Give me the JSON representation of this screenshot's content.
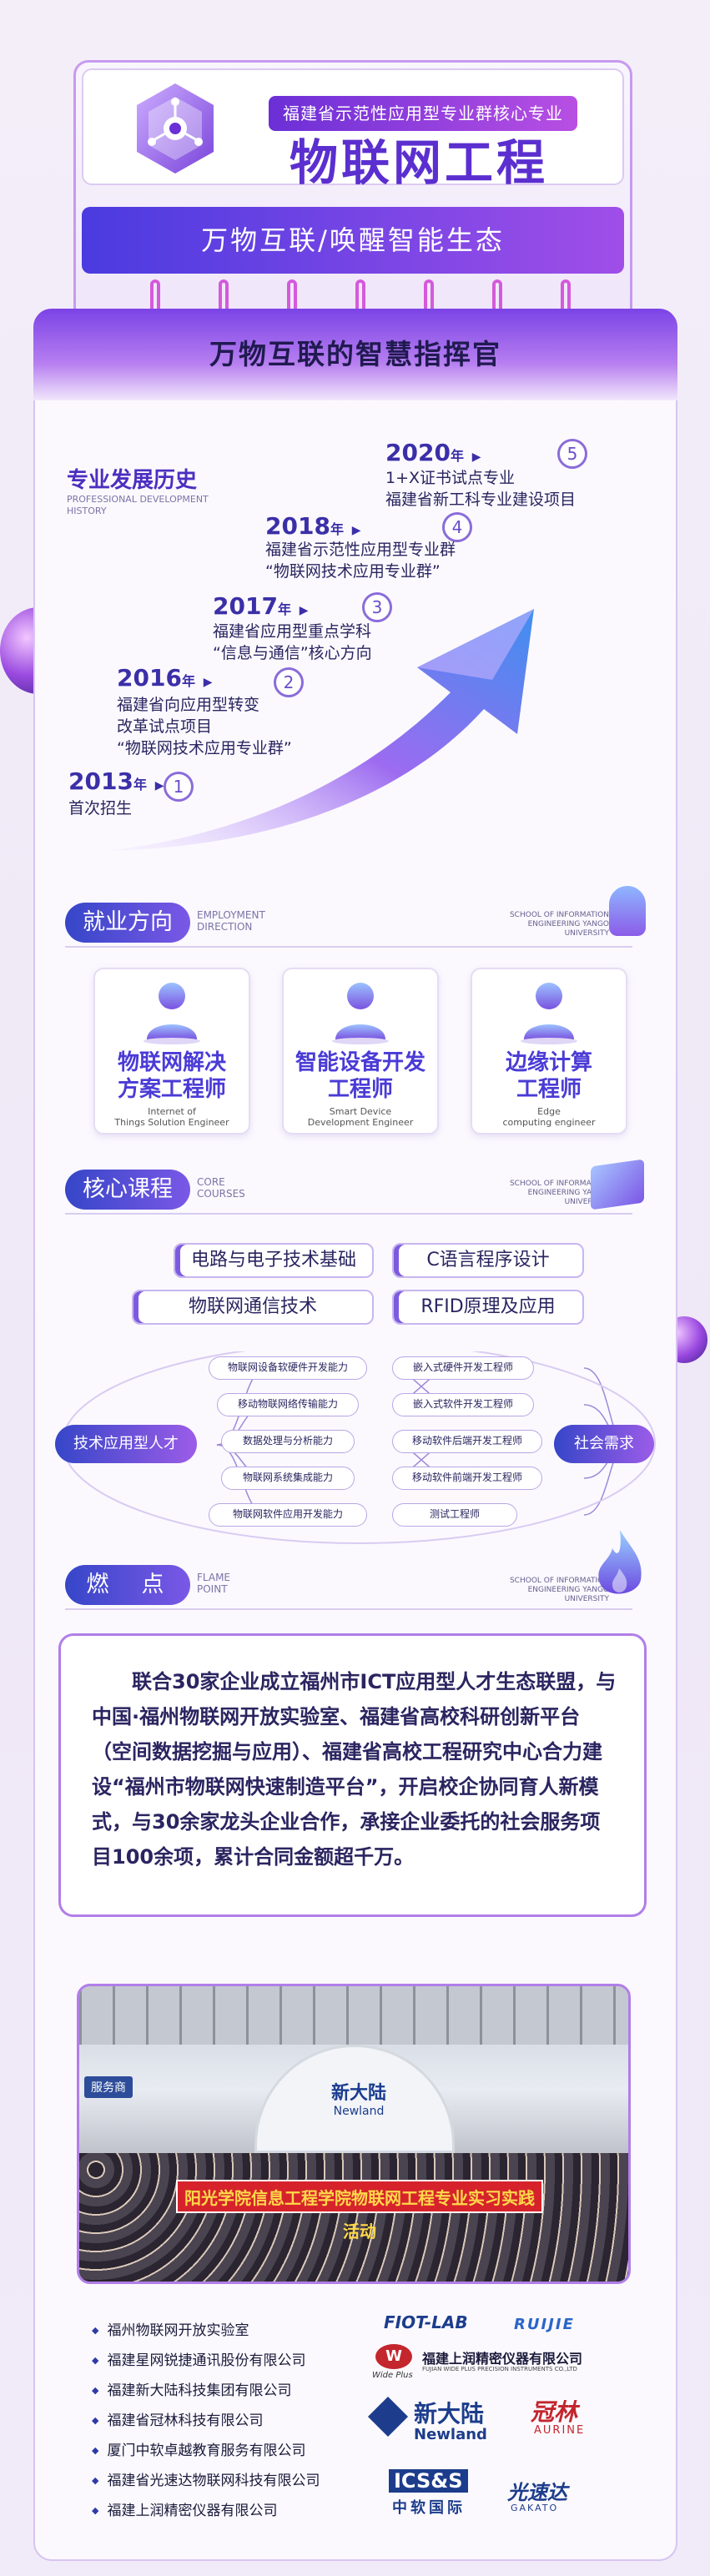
{
  "header": {
    "pill": "福建省示范性应用型专业群核心专业",
    "title": "物联网工程",
    "slogan": "万物互联/唤醒智能生态"
  },
  "main_title": "万物互联的智慧指挥官",
  "history": {
    "title": "专业发展历史",
    "title_en": "PROFESSIONAL DEVELOPMENT HISTORY",
    "milestones": [
      {
        "num": "1",
        "year": "2013",
        "suffix": "年",
        "desc": "首次招生"
      },
      {
        "num": "2",
        "year": "2016",
        "suffix": "年",
        "desc": "福建省向应用型转变\n改革试点项目\n“物联网技术应用专业群”"
      },
      {
        "num": "3",
        "year": "2017",
        "suffix": "年",
        "desc": "福建省应用型重点学科\n“信息与通信”核心方向"
      },
      {
        "num": "4",
        "year": "2018",
        "suffix": "年",
        "desc": "福建省示范性应用型专业群\n“物联网技术应用专业群”"
      },
      {
        "num": "5",
        "year": "2020",
        "suffix": "年",
        "desc": "1+X证书试点专业\n福建省新工科专业建设项目"
      }
    ]
  },
  "school_en": "SCHOOL OF INFORMATION ENGINEERING YANGO UNIVERSITY",
  "employment": {
    "title": "就业方向",
    "title_en": "EMPLOYMENT DIRECTION",
    "jobs": [
      {
        "title": "物联网解决\n方案工程师",
        "en": "Internet of\nThings Solution Engineer"
      },
      {
        "title": "智能设备开发\n工程师",
        "en": "Smart Device\nDevelopment Engineer"
      },
      {
        "title": "边缘计算\n工程师",
        "en": "Edge\ncomputing engineer"
      }
    ]
  },
  "courses": {
    "title": "核心课程",
    "title_en": "CORE COURSES",
    "items": [
      "电路与电子技术基础",
      "C语言程序设计",
      "物联网通信技术",
      "RFID原理及应用"
    ]
  },
  "diagram": {
    "left": "技术应用型人才",
    "right": "社会需求",
    "abilities": [
      "物联网设备软硬件开发能力",
      "移动物联网络传输能力",
      "数据处理与分析能力",
      "物联网系统集成能力",
      "物联网软件应用开发能力"
    ],
    "careers": [
      "嵌入式硬件开发工程师",
      "嵌入式软件开发工程师",
      "移动软件后端开发工程师",
      "移动软件前端开发工程师",
      "测试工程师"
    ]
  },
  "flame": {
    "title": "燃　点",
    "title_en": "FLAME POINT",
    "text": "联合30家企业成立福州市ICT应用型人才生态联盟，与中国·福州物联网开放实验室、福建省高校科研创新平台（空间数据挖掘与应用）、福建省高校工程研究中心合力建设“福州市物联网快速制造平台”，开启校企协同育人新模式，与30余家龙头企业合作，承接企业委托的社会服务项目100余项，累计合同金额超千万。"
  },
  "photo": {
    "brand": "新大陆",
    "brand_en": "Newland",
    "tag": "服务商",
    "banner": "阳光学院信息工程学院物联网工程专业实习实践活动"
  },
  "partners": [
    "福州物联网开放实验室",
    "福建星网锐捷通讯股份有限公司",
    "福建新大陆科技集团有限公司",
    "福建省冠林科技有限公司",
    "厦门中软卓越教育服务有限公司",
    "福建省光速达物联网科技有限公司",
    "福建上润精密仪器有限公司"
  ],
  "logos": {
    "fiot": "FIOT-LAB",
    "ruijie": "RUIJIE",
    "wide_plus": "Wide Plus",
    "shangrun": "福建上润精密仪器有限公司",
    "shangrun_en": "FUJIAN WIDE PLUS PRECISION INSTRUMENTS CO.,LTD",
    "newland": "新大陆",
    "newland_en": "Newland",
    "guanlin": "冠林",
    "guanlin_en": "AURINE",
    "ics": "ICS&S",
    "ics_cn": "中软国际",
    "gsd": "光速达",
    "gsd_en": "GAKATO"
  },
  "colors": {
    "accent": "#5b2fcf",
    "gradient_start": "#3646c8",
    "gradient_end": "#a04ee8"
  }
}
